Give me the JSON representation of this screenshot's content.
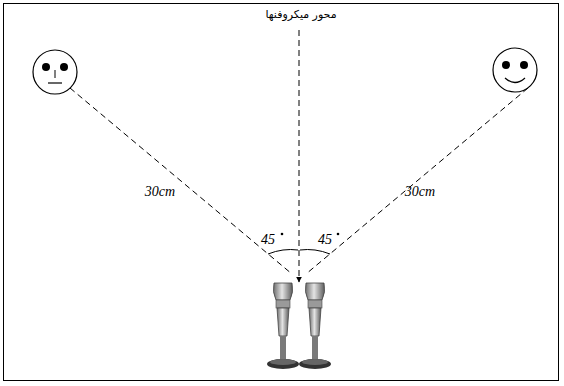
{
  "diagram": {
    "labels": [
      "محور میکروفنها",
      "30cm",
      "30cm",
      "45",
      "45"
    ]
  }
}
